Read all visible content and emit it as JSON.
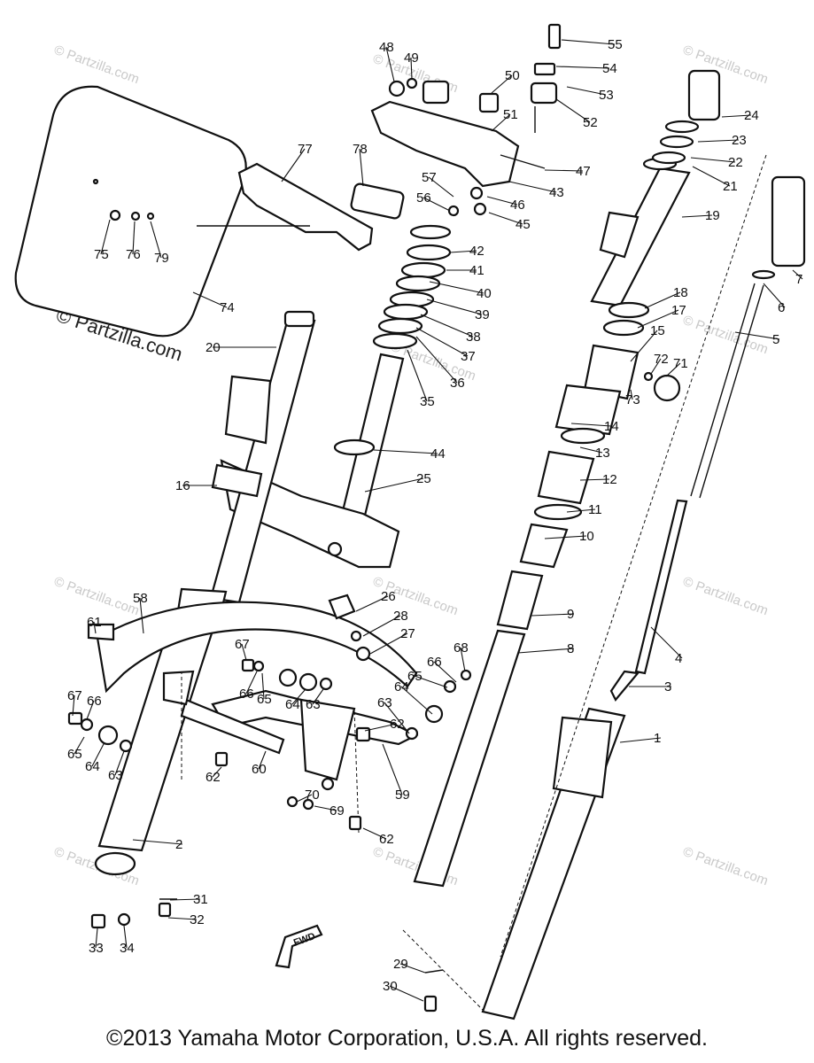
{
  "watermark": {
    "big": "© Partzilla.com",
    "small": "© Partzilla.com"
  },
  "fwd_label": "FWD",
  "copyright": "©2013 Yamaha Motor Corporation, U.S.A. All rights reserved.",
  "callouts": [
    {
      "id": "1",
      "label": "1"
    },
    {
      "id": "2",
      "label": "2"
    },
    {
      "id": "3",
      "label": "3"
    },
    {
      "id": "4",
      "label": "4"
    },
    {
      "id": "5",
      "label": "5"
    },
    {
      "id": "6",
      "label": "6"
    },
    {
      "id": "7",
      "label": "7"
    },
    {
      "id": "8",
      "label": "8"
    },
    {
      "id": "9",
      "label": "9"
    },
    {
      "id": "10",
      "label": "10"
    },
    {
      "id": "11",
      "label": "11"
    },
    {
      "id": "12",
      "label": "12"
    },
    {
      "id": "13",
      "label": "13"
    },
    {
      "id": "14",
      "label": "14"
    },
    {
      "id": "15",
      "label": "15"
    },
    {
      "id": "16",
      "label": "16"
    },
    {
      "id": "17",
      "label": "17"
    },
    {
      "id": "18",
      "label": "18"
    },
    {
      "id": "19",
      "label": "19"
    },
    {
      "id": "20",
      "label": "20"
    },
    {
      "id": "21",
      "label": "21"
    },
    {
      "id": "22",
      "label": "22"
    },
    {
      "id": "23",
      "label": "23"
    },
    {
      "id": "24",
      "label": "24"
    },
    {
      "id": "25",
      "label": "25"
    },
    {
      "id": "26",
      "label": "26"
    },
    {
      "id": "27",
      "label": "27"
    },
    {
      "id": "28",
      "label": "28"
    },
    {
      "id": "29",
      "label": "29"
    },
    {
      "id": "30",
      "label": "30"
    },
    {
      "id": "31",
      "label": "31"
    },
    {
      "id": "32",
      "label": "32"
    },
    {
      "id": "33",
      "label": "33"
    },
    {
      "id": "34",
      "label": "34"
    },
    {
      "id": "35",
      "label": "35"
    },
    {
      "id": "36",
      "label": "36"
    },
    {
      "id": "37",
      "label": "37"
    },
    {
      "id": "38",
      "label": "38"
    },
    {
      "id": "39",
      "label": "39"
    },
    {
      "id": "40",
      "label": "40"
    },
    {
      "id": "41",
      "label": "41"
    },
    {
      "id": "42",
      "label": "42"
    },
    {
      "id": "43",
      "label": "43"
    },
    {
      "id": "44",
      "label": "44"
    },
    {
      "id": "45",
      "label": "45"
    },
    {
      "id": "46",
      "label": "46"
    },
    {
      "id": "47",
      "label": "47"
    },
    {
      "id": "48",
      "label": "48"
    },
    {
      "id": "49",
      "label": "49"
    },
    {
      "id": "50",
      "label": "50"
    },
    {
      "id": "51",
      "label": "51"
    },
    {
      "id": "52",
      "label": "52"
    },
    {
      "id": "53",
      "label": "53"
    },
    {
      "id": "54",
      "label": "54"
    },
    {
      "id": "55",
      "label": "55"
    },
    {
      "id": "56",
      "label": "56"
    },
    {
      "id": "57",
      "label": "57"
    },
    {
      "id": "58",
      "label": "58"
    },
    {
      "id": "59",
      "label": "59"
    },
    {
      "id": "60",
      "label": "60"
    },
    {
      "id": "61",
      "label": "61"
    },
    {
      "id": "62a",
      "label": "62"
    },
    {
      "id": "62b",
      "label": "62"
    },
    {
      "id": "62c",
      "label": "62"
    },
    {
      "id": "63a",
      "label": "63"
    },
    {
      "id": "63b",
      "label": "63"
    },
    {
      "id": "63c",
      "label": "63"
    },
    {
      "id": "64a",
      "label": "64"
    },
    {
      "id": "64b",
      "label": "64"
    },
    {
      "id": "64c",
      "label": "64"
    },
    {
      "id": "65a",
      "label": "65"
    },
    {
      "id": "65b",
      "label": "65"
    },
    {
      "id": "65c",
      "label": "65"
    },
    {
      "id": "66a",
      "label": "66"
    },
    {
      "id": "66b",
      "label": "66"
    },
    {
      "id": "66c",
      "label": "66"
    },
    {
      "id": "67a",
      "label": "67"
    },
    {
      "id": "67b",
      "label": "67"
    },
    {
      "id": "68",
      "label": "68"
    },
    {
      "id": "69",
      "label": "69"
    },
    {
      "id": "70",
      "label": "70"
    },
    {
      "id": "71",
      "label": "71"
    },
    {
      "id": "72",
      "label": "72"
    },
    {
      "id": "73",
      "label": "73"
    },
    {
      "id": "74",
      "label": "74"
    },
    {
      "id": "75",
      "label": "75"
    },
    {
      "id": "76",
      "label": "76"
    },
    {
      "id": "77",
      "label": "77"
    },
    {
      "id": "78",
      "label": "78"
    },
    {
      "id": "79",
      "label": "79"
    }
  ]
}
